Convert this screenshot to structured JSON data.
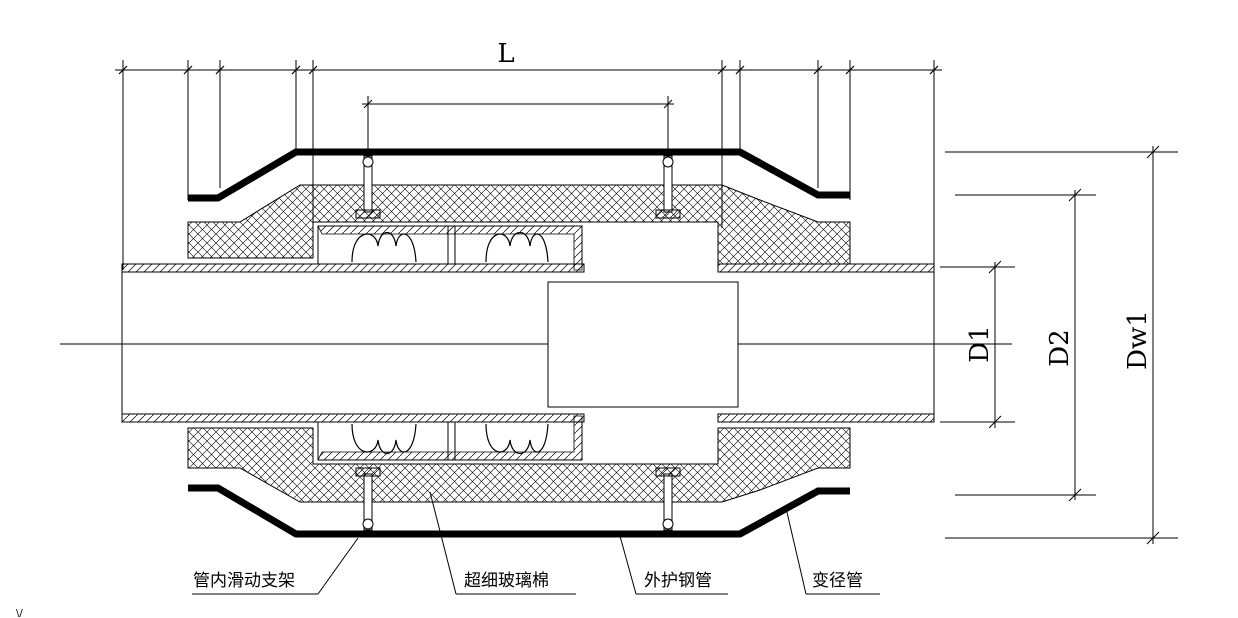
{
  "dimensions": {
    "length": "L",
    "inner_diameter": "D1",
    "middle_diameter": "D2",
    "outer_diameter": "Dw1"
  },
  "labels": {
    "sliding_support": "管内滑动支架",
    "glass_wool": "超细玻璃棉",
    "outer_steel_pipe": "外护钢管",
    "reducer": "变径管"
  },
  "corner_mark": "\\/"
}
